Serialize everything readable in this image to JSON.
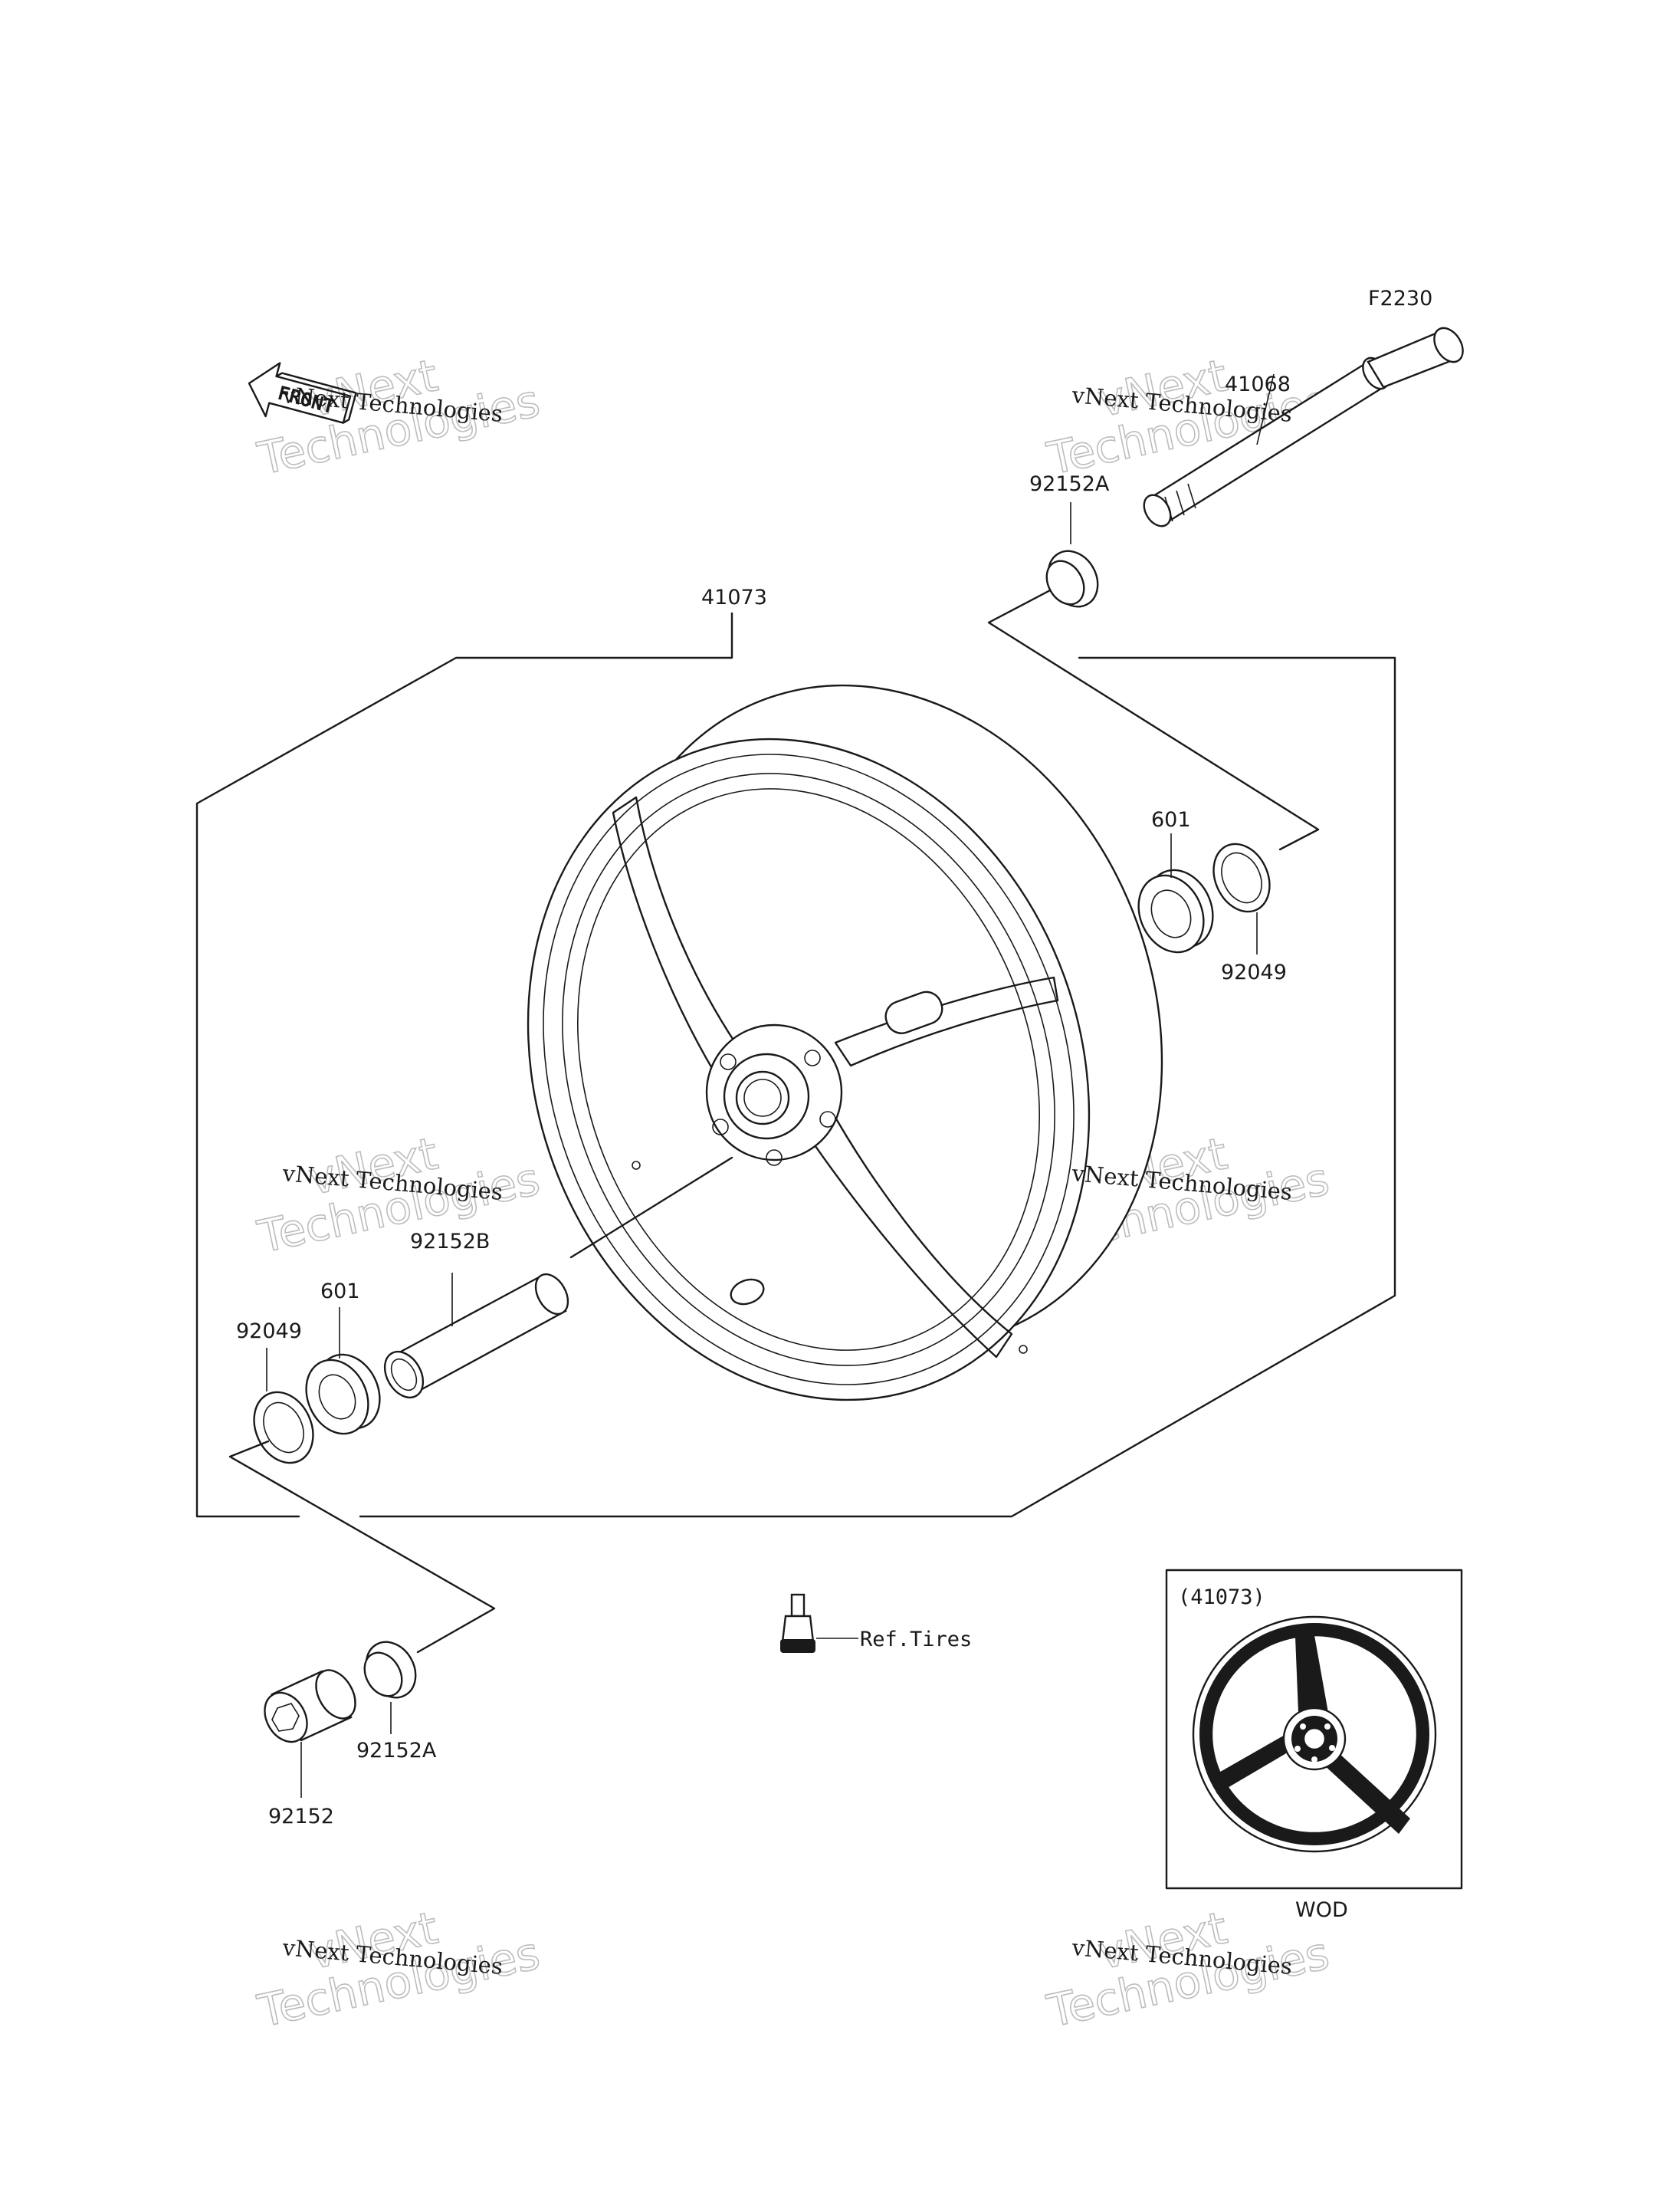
{
  "figure_code": "F2230",
  "front_label": "FRONT",
  "labels": {
    "axle": "41068",
    "collar_a_top": "92152A",
    "wheel": "41073",
    "bearing_right": "601",
    "seal_right": "92049",
    "collar_b": "92152B",
    "bearing_left": "601",
    "seal_left": "92049",
    "collar_a_bottom": "92152A",
    "collar_bottom": "92152",
    "valve_ref": "Ref.Tires"
  },
  "inset": {
    "title": "(41073)",
    "caption": "WOD"
  },
  "watermarks": [
    {
      "line1": "vNext Technologies",
      "line2": "vNext\nTechnologies"
    },
    {
      "line1": "vNext Technologies",
      "line2": "vNext\nTechnologies"
    },
    {
      "line1": "vNext Technologies",
      "line2": "vNext\nTechnologies"
    },
    {
      "line1": "vNext Technologies",
      "line2": "vNext\nTechnologies"
    },
    {
      "line1": "vNext Technologies",
      "line2": "vNext\nTechnologies"
    },
    {
      "line1": "vNext Technologies",
      "line2": "vNext\nTechnologies"
    }
  ]
}
